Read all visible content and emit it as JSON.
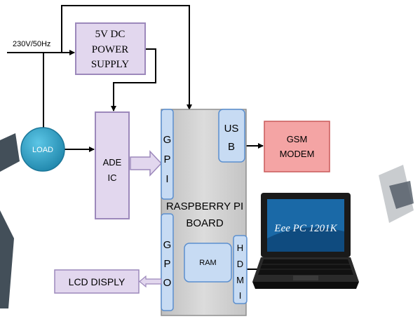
{
  "input": {
    "label": "230V/50Hz"
  },
  "power_supply": {
    "line1": "5V  DC",
    "line2": "POWER",
    "line3": "SUPPLY"
  },
  "load": {
    "label": "LOAD"
  },
  "ade_ic": {
    "line1": "ADE",
    "line2": "IC"
  },
  "board": {
    "line1": "RASPBERRY PI",
    "line2": "BOARD",
    "gpi_letters": [
      "G",
      "P",
      "I"
    ],
    "gpo_letters": [
      "G",
      "P",
      "O"
    ],
    "usb_line1": "US",
    "usb_line2": "B",
    "ram": "RAM",
    "hdmi_letters": [
      "H",
      "D",
      "M",
      "I"
    ]
  },
  "gsm": {
    "line1": "GSM",
    "line2": "MODEM"
  },
  "lcd": {
    "label": "LCD  DISPLY"
  },
  "laptop": {
    "screen_text": "Eee PC 1201K"
  },
  "colors": {
    "purple_fill": "#e2d7ee",
    "purple_edge": "#9c88bb",
    "blue_fill": "#c7dbf3",
    "blue_edge": "#5b8fcf",
    "gray_fill": "#d9d9d9",
    "red_fill": "#f4a4a4",
    "red_edge": "#c95a5a",
    "load_fill": "#2b9fc4"
  }
}
